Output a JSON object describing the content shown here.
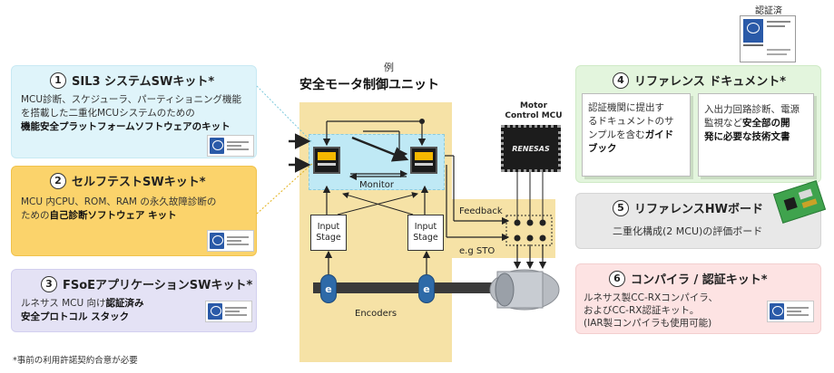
{
  "certified_label": "認証済",
  "footnote": "*事前の利用許諾契約合意が必要",
  "example": {
    "label": "例",
    "title": "安全モータ制御ユニット",
    "monitor": "Monitor",
    "input_stage_1": "Input\nStage",
    "input_stage_2": "Input\nStage",
    "feedback": "Feedback",
    "sto": "e.g STO",
    "encoders": "Encoders",
    "encoder_letter": "e",
    "mcu_title_line1": "Motor",
    "mcu_title_line2": "Control MCU",
    "mcu_brand": "RENESAS"
  },
  "kits": [
    {
      "num": "1",
      "title": "SIL3 システムSWキット*",
      "line1": "MCU診断、スケジューラ、パーティショニング機能",
      "line2": "を搭載した二重化MCUシステムのための",
      "line3_bold": "機能安全プラットフォームソフトウェアのキット",
      "color": "#dff4fa"
    },
    {
      "num": "2",
      "title": "セルフテストSWキット*",
      "line1": "MCU 内CPU、ROM、RAM の永久故障診断の",
      "line2_plain": "ための",
      "line2_bold": "自己診断ソフトウェア キット",
      "color": "#fbd36b"
    },
    {
      "num": "3",
      "title": "FSoEアプリケーションSWキット*",
      "line1_plain": "ルネサス MCU 向け",
      "line1_bold": "認証済み",
      "line2_bold": "安全プロトコル スタック",
      "color": "#e4e2f5"
    }
  ],
  "right": {
    "doc": {
      "num": "4",
      "title": "リファレンス ドキュメント*",
      "card1_l1": "認証機関に提出す",
      "card1_l2": "るドキュメントのサ",
      "card1_l3": "ンプルを含む",
      "card1_bold_a": "ガイド",
      "card1_bold_b": "ブック",
      "card2_l1": "入出力回路診断、電源",
      "card2_l2_plain": "監視など",
      "card2_l2_bold": "安全部の開",
      "card2_l3_bold": "発に必要な技術文書",
      "color": "#e3f5dd"
    },
    "board": {
      "num": "5",
      "title": "リファレンスHWボード",
      "body": "二重化構成(2 MCU)の評価ボード",
      "color": "#e8e8e8"
    },
    "compiler": {
      "num": "6",
      "title": "コンパイラ / 認証キット*",
      "l1": "ルネサス製CC-RXコンパイラ、",
      "l2": "およびCC-RX認証キット。",
      "l3": "(IAR製コンパイラも使用可能)",
      "color": "#fde3e3"
    }
  },
  "colors": {
    "center_bg": "#f6e2a6",
    "cyan_region": "#bfe9f5",
    "encoder": "#2e6aa8"
  }
}
